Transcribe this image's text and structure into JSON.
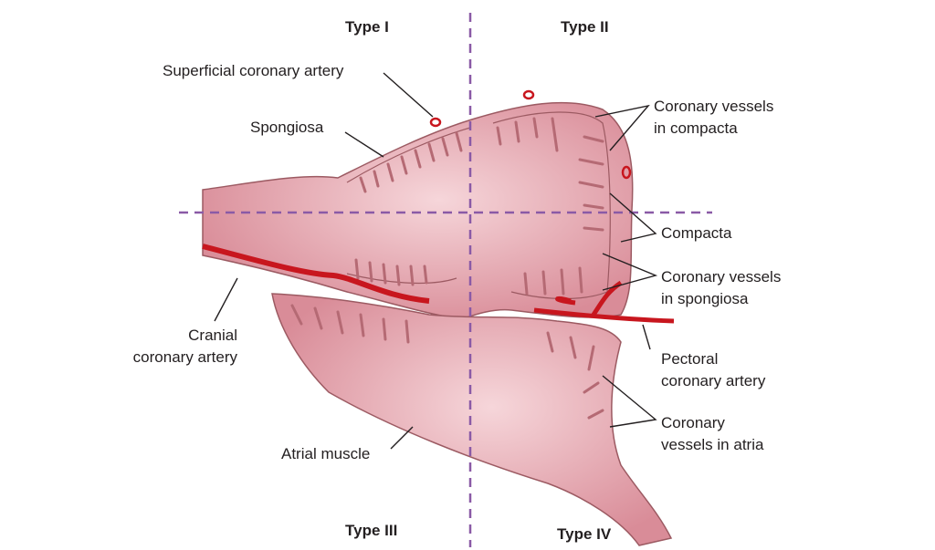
{
  "quadrants": {
    "type1": "Type I",
    "type2": "Type II",
    "type3": "Type III",
    "type4": "Type IV"
  },
  "labels": {
    "superficial": "Superficial coronary artery",
    "spongiosa": "Spongiosa",
    "compacta_vessels_1": "Coronary vessels",
    "compacta_vessels_2": "in compacta",
    "compacta": "Compacta",
    "spongiosa_vessels_1": "Coronary vessels",
    "spongiosa_vessels_2": "in spongiosa",
    "cranial_1": "Cranial",
    "cranial_2": "coronary artery",
    "pectoral_1": "Pectoral",
    "pectoral_2": "coronary artery",
    "atria_vessels_1": "Coronary",
    "atria_vessels_2": "vessels in atria",
    "atrial_muscle": "Atrial muscle"
  },
  "colors": {
    "tissue": "#eab3bb",
    "tissue_light": "#f6d6da",
    "outline": "#9c5a62",
    "artery": "#c8161e",
    "divider": "#8a5aa6"
  }
}
